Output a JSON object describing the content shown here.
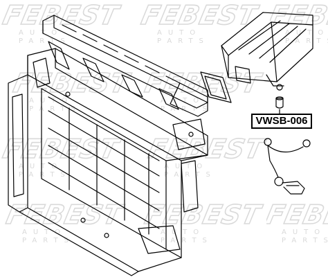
{
  "part_label": "VWSB-006",
  "watermark": {
    "brand": "FEBEST",
    "subtitle": "AUTO PARTS"
  },
  "colors": {
    "line": "#000000",
    "watermark": "#555555",
    "background": "#ffffff"
  }
}
